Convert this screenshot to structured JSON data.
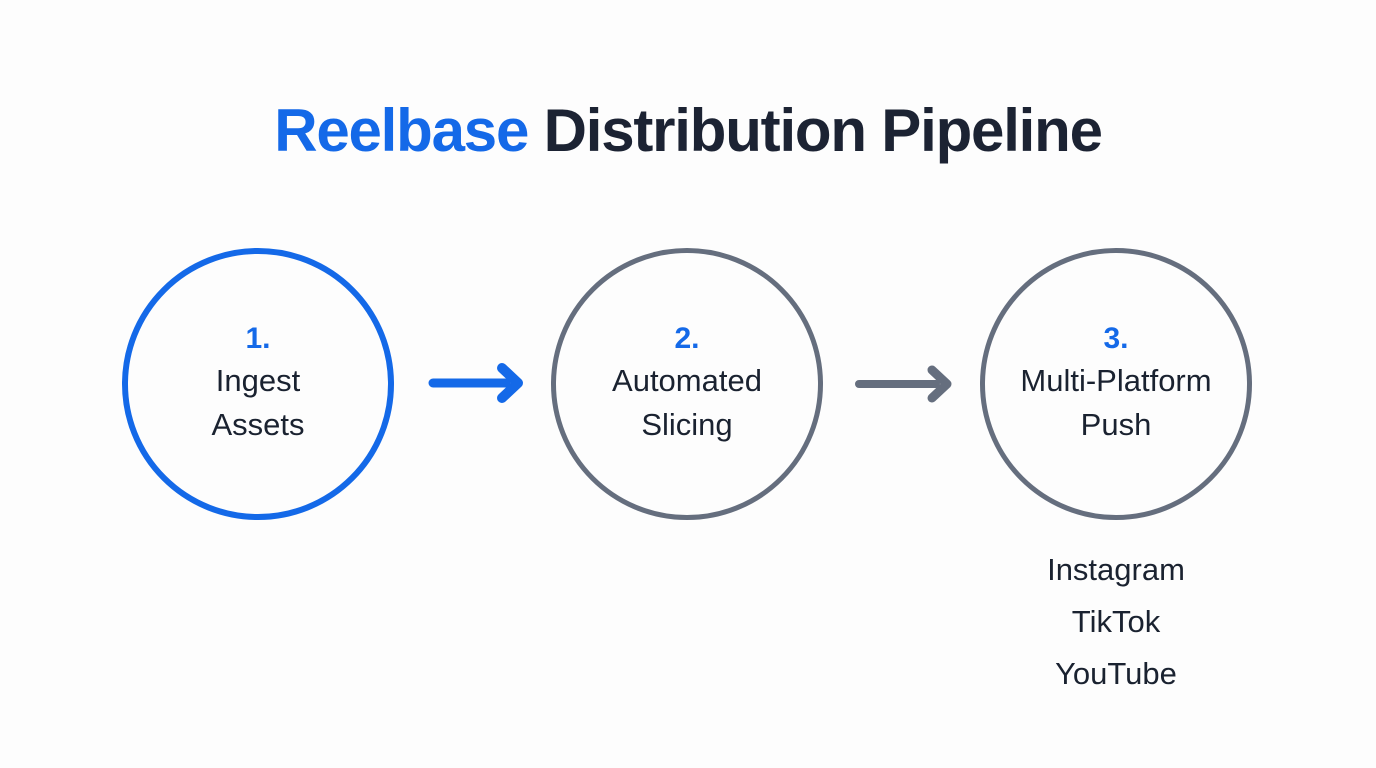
{
  "title": {
    "brand": "Reelbase",
    "rest": " Distribution Pipeline",
    "full": "Reelbase Distribution Pipeline"
  },
  "colors": {
    "brand_blue": "#1469e8",
    "ink_navy": "#1c2333",
    "body_navy": "#1a2230",
    "ring_gray": "#656e7e",
    "background": "#fdfdfd"
  },
  "stages": [
    {
      "number": "1.",
      "line1": "Ingest",
      "line2": "Assets",
      "ring_color": "#1469e8",
      "accent": "active"
    },
    {
      "number": "2.",
      "line1": "Automated",
      "line2": "Slicing",
      "ring_color": "#656e7e",
      "accent": "default"
    },
    {
      "number": "3.",
      "line1": "Multi-Platform",
      "line2": "Push",
      "ring_color": "#656e7e",
      "accent": "default"
    }
  ],
  "connectors": [
    {
      "name": "arrow-stage-1-to-2",
      "color": "#1469e8"
    },
    {
      "name": "arrow-stage-2-to-3",
      "color": "#656e7e"
    }
  ],
  "platforms": [
    "Instagram",
    "TikTok",
    "YouTube"
  ]
}
